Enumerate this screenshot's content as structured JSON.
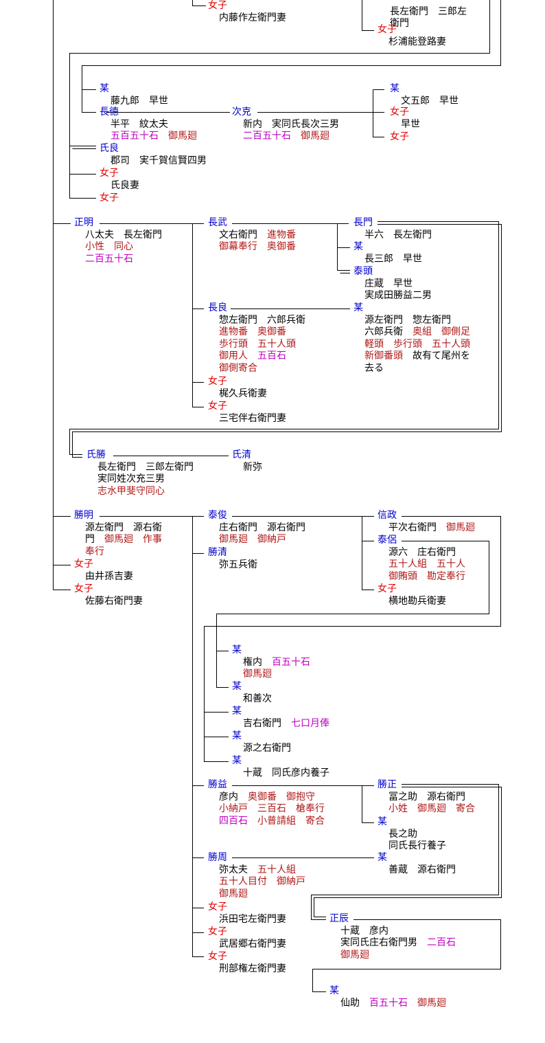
{
  "colors": {
    "name": "#0000cc",
    "female": "#e00000",
    "text": "#000000",
    "rank": "#c000c0",
    "office": "#b01818",
    "line": "#000000"
  },
  "nodes": [
    {
      "name": "女子",
      "female": true,
      "lines": [
        [
          [
            "内藤作左衛門妻",
            "b"
          ]
        ]
      ]
    },
    {
      "name": "",
      "lines": [
        [
          [
            "長左衛門　三郎左",
            "b"
          ]
        ],
        [
          [
            "衛門",
            "b"
          ]
        ]
      ]
    },
    {
      "name": "女子",
      "female": true,
      "lines": [
        [
          [
            "杉浦能登路妻",
            "b"
          ]
        ]
      ]
    },
    {
      "name": "某",
      "lines": [
        [
          [
            "藤九郎　早世",
            "b"
          ]
        ]
      ]
    },
    {
      "name": "長徳",
      "lines": [
        [
          [
            "半平　紋太夫",
            "b"
          ]
        ],
        [
          [
            "五百五十石",
            "m"
          ],
          [
            "　御馬廻",
            "r"
          ]
        ]
      ]
    },
    {
      "name": "次克",
      "lines": [
        [
          [
            "新内　実同氏長次三男",
            "b"
          ]
        ],
        [
          [
            "二百五十石",
            "m"
          ],
          [
            "　御馬廻",
            "r"
          ]
        ]
      ]
    },
    {
      "name": "某",
      "lines": [
        [
          [
            "文五郎　早世",
            "b"
          ]
        ]
      ]
    },
    {
      "name": "女子",
      "female": true,
      "lines": [
        [
          [
            "早世",
            "b"
          ]
        ]
      ]
    },
    {
      "name": "女子",
      "female": true,
      "lines": []
    },
    {
      "name": "氏良",
      "lines": [
        [
          [
            "郡司　実千賀信賢四男",
            "b"
          ]
        ]
      ]
    },
    {
      "name": "女子",
      "female": true,
      "lines": [
        [
          [
            "氏良妻",
            "b"
          ]
        ]
      ]
    },
    {
      "name": "女子",
      "female": true,
      "lines": []
    },
    {
      "name": "正明",
      "lines": [
        [
          [
            "八太夫　長左衛門",
            "b"
          ]
        ],
        [
          [
            "小性　同心",
            "r"
          ]
        ],
        [
          [
            "二百五十石",
            "m"
          ]
        ]
      ]
    },
    {
      "name": "長武",
      "lines": [
        [
          [
            "文右衛門　",
            "b"
          ],
          [
            "進物番",
            "r"
          ]
        ],
        [
          [
            "御幕奉行　奥御番",
            "r"
          ]
        ]
      ]
    },
    {
      "name": "長門",
      "lines": [
        [
          [
            "半六　長左衛門",
            "b"
          ]
        ]
      ]
    },
    {
      "name": "某",
      "lines": [
        [
          [
            "長三郎　早世",
            "b"
          ]
        ]
      ]
    },
    {
      "name": "泰頭",
      "lines": [
        [
          [
            "庄蔵　早世",
            "b"
          ]
        ],
        [
          [
            "実成田勝益二男",
            "b"
          ]
        ]
      ]
    },
    {
      "name": "長良",
      "lines": [
        [
          [
            "惣左衛門　六郎兵衛",
            "b"
          ]
        ],
        [
          [
            "進物番　奥御番",
            "r"
          ]
        ],
        [
          [
            "歩行頭　五十人頭",
            "r"
          ]
        ],
        [
          [
            "御用人　",
            "r"
          ],
          [
            "五百石",
            "m"
          ]
        ],
        [
          [
            "御側寄合",
            "r"
          ]
        ]
      ]
    },
    {
      "name": "某",
      "lines": [
        [
          [
            "源左衛門　惣左衛門",
            "b"
          ]
        ],
        [
          [
            "六郎兵衛　",
            "b"
          ],
          [
            "奥組　御側足",
            "r"
          ]
        ],
        [
          [
            "軽頭　歩行頭　五十人頭",
            "r"
          ]
        ],
        [
          [
            "新御番頭",
            "r"
          ],
          [
            "　故有て尾州を",
            "b"
          ]
        ],
        [
          [
            "去る",
            "b"
          ]
        ]
      ]
    },
    {
      "name": "女子",
      "female": true,
      "lines": [
        [
          [
            "梶久兵衛妻",
            "b"
          ]
        ]
      ]
    },
    {
      "name": "女子",
      "female": true,
      "lines": [
        [
          [
            "三宅伴右衛門妻",
            "b"
          ]
        ]
      ]
    },
    {
      "name": "氏勝",
      "lines": [
        [
          [
            "長左衛門　三郎左衛門",
            "b"
          ]
        ],
        [
          [
            "実同姓次充三男",
            "b"
          ]
        ],
        [
          [
            "志水甲斐守同心",
            "r"
          ]
        ]
      ]
    },
    {
      "name": "氏清",
      "lines": [
        [
          [
            "新弥",
            "b"
          ]
        ]
      ]
    },
    {
      "name": "勝明",
      "lines": [
        [
          [
            "源左衛門　源右衛",
            "b"
          ]
        ],
        [
          [
            "門　",
            "b"
          ],
          [
            "御馬廻　作事",
            "r"
          ]
        ],
        [
          [
            "奉行",
            "r"
          ]
        ]
      ]
    },
    {
      "name": "女子",
      "female": true,
      "lines": [
        [
          [
            "由井孫吉妻",
            "b"
          ]
        ]
      ]
    },
    {
      "name": "女子",
      "female": true,
      "lines": [
        [
          [
            "佐藤右衛門妻",
            "b"
          ]
        ]
      ]
    },
    {
      "name": "泰俊",
      "lines": [
        [
          [
            "庄右衛門　源右衛門",
            "b"
          ]
        ],
        [
          [
            "御馬廻　御納戸",
            "r"
          ]
        ]
      ]
    },
    {
      "name": "勝清",
      "lines": [
        [
          [
            "弥五兵衛",
            "b"
          ]
        ]
      ]
    },
    {
      "name": "信政",
      "lines": [
        [
          [
            "平次右衛門　",
            "b"
          ],
          [
            "御馬廻",
            "r"
          ]
        ]
      ]
    },
    {
      "name": "泰侶",
      "lines": [
        [
          [
            "源六　庄右衛門",
            "b"
          ]
        ],
        [
          [
            "五十人組　五十人",
            "r"
          ]
        ],
        [
          [
            "御賄頭　勘定奉行",
            "r"
          ]
        ]
      ]
    },
    {
      "name": "女子",
      "female": true,
      "lines": [
        [
          [
            "横地勘兵衛妻",
            "b"
          ]
        ]
      ]
    },
    {
      "name": "某",
      "lines": [
        [
          [
            "権内　",
            "b"
          ],
          [
            "百五十石",
            "m"
          ]
        ],
        [
          [
            "御馬廻",
            "r"
          ]
        ]
      ]
    },
    {
      "name": "某",
      "lines": [
        [
          [
            "和善次",
            "b"
          ]
        ]
      ]
    },
    {
      "name": "某",
      "lines": [
        [
          [
            "吉右衛門　",
            "b"
          ],
          [
            "七口月俸",
            "m"
          ]
        ]
      ]
    },
    {
      "name": "某",
      "lines": [
        [
          [
            "源之右衛門",
            "b"
          ]
        ]
      ]
    },
    {
      "name": "某",
      "lines": [
        [
          [
            "十蔵　同氏彦内養子",
            "b"
          ]
        ]
      ]
    },
    {
      "name": "勝益",
      "lines": [
        [
          [
            "彦内　",
            "b"
          ],
          [
            "奥御番　御抱守",
            "r"
          ]
        ],
        [
          [
            "小納戸　三百石　槍奉行",
            "r"
          ]
        ],
        [
          [
            "四百石",
            "m"
          ],
          [
            "　小普請組　寄合",
            "r"
          ]
        ]
      ]
    },
    {
      "name": "勝正",
      "lines": [
        [
          [
            "冨之助　源右衛門",
            "b"
          ]
        ],
        [
          [
            "小姓　御馬廻　寄合",
            "r"
          ]
        ]
      ]
    },
    {
      "name": "某",
      "lines": [
        [
          [
            "長之助",
            "b"
          ]
        ],
        [
          [
            "同氏長行養子",
            "b"
          ]
        ]
      ]
    },
    {
      "name": "勝周",
      "lines": [
        [
          [
            "弥太夫　",
            "b"
          ],
          [
            "五十人組",
            "r"
          ]
        ],
        [
          [
            "五十人目付　御納戸",
            "r"
          ]
        ],
        [
          [
            "御馬廻",
            "r"
          ]
        ]
      ]
    },
    {
      "name": "某",
      "lines": [
        [
          [
            "善蔵　源右衛門",
            "b"
          ]
        ]
      ]
    },
    {
      "name": "正辰",
      "lines": [
        [
          [
            "十蔵　彦内",
            "b"
          ]
        ],
        [
          [
            "実同氏庄右衛門男　",
            "b"
          ],
          [
            "二百石",
            "m"
          ]
        ],
        [
          [
            "御馬廻",
            "r"
          ]
        ]
      ]
    },
    {
      "name": "女子",
      "female": true,
      "lines": [
        [
          [
            "浜田宅左衛門妻",
            "b"
          ]
        ]
      ]
    },
    {
      "name": "女子",
      "female": true,
      "lines": [
        [
          [
            "武居郷右衛門妻",
            "b"
          ]
        ]
      ]
    },
    {
      "name": "女子",
      "female": true,
      "lines": [
        [
          [
            "刑部権左衛門妻",
            "b"
          ]
        ]
      ]
    },
    {
      "name": "某",
      "lines": [
        [
          [
            "仙助　",
            "b"
          ],
          [
            "百五十石",
            "m"
          ],
          [
            "　御馬廻",
            "r"
          ]
        ]
      ]
    }
  ]
}
